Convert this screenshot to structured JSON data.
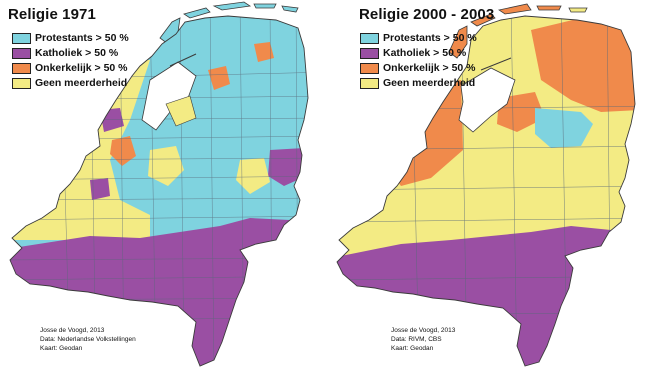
{
  "maps": [
    {
      "title": "Religie 1971",
      "legend": [
        {
          "label": "Protestants > 50 %",
          "color": "#7fd3df"
        },
        {
          "label": "Katholiek > 50 %",
          "color": "#9a4fa3"
        },
        {
          "label": "Onkerkelijk > 50 %",
          "color": "#f08a4b"
        },
        {
          "label": "Geen meerderheid",
          "color": "#f3eb84"
        }
      ],
      "credits": [
        "Josse de Voogd, 2013",
        "Data: Nederlandse Volkstellingen",
        "Kaart: Geodan"
      ]
    },
    {
      "title": "Religie 2000 - 2003",
      "legend": [
        {
          "label": "Protestants > 50 %",
          "color": "#7fd3df"
        },
        {
          "label": "Katholiek > 50 %",
          "color": "#9a4fa3"
        },
        {
          "label": "Onkerkelijk > 50 %",
          "color": "#f08a4b"
        },
        {
          "label": "Geen meerderheid",
          "color": "#f3eb84"
        }
      ],
      "credits": [
        "Josse de Voogd, 2013",
        "Data: RIVM, CBS",
        "Kaart: Geodan"
      ]
    }
  ],
  "colors": {
    "protestant": "#7fd3df",
    "katholiek": "#9a4fa3",
    "onkerkelijk": "#f08a4b",
    "geen": "#f3eb84",
    "border": "#3b3b3b",
    "inner_border": "#5a6a7a"
  }
}
